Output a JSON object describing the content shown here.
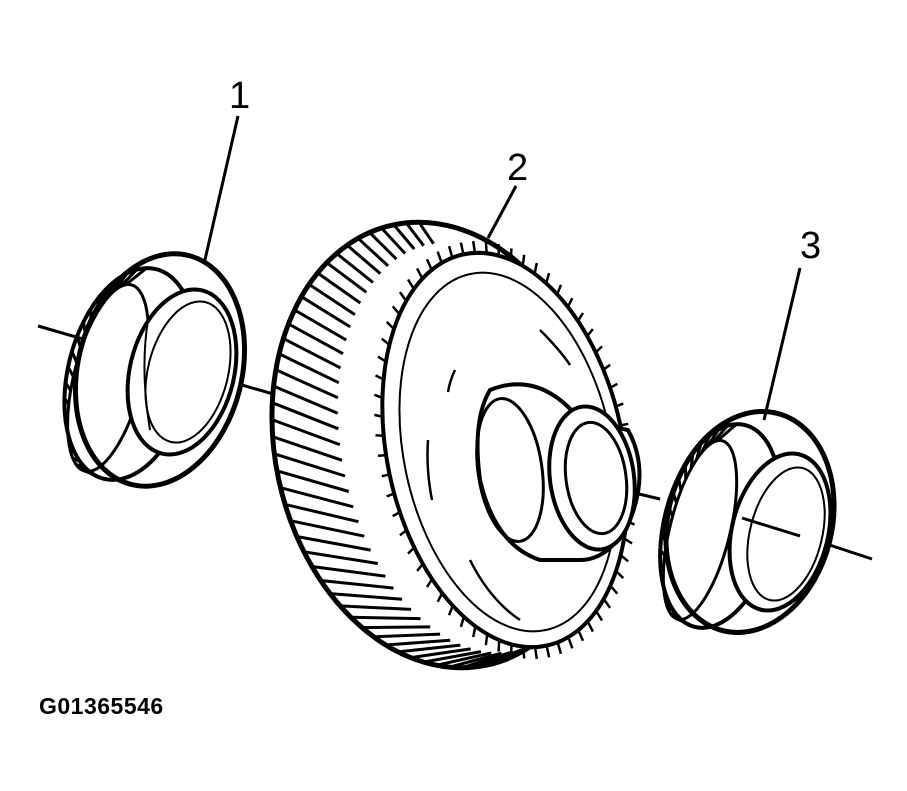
{
  "diagram": {
    "callouts": [
      {
        "label": "1",
        "part": "bearing-left"
      },
      {
        "label": "2",
        "part": "helical-gear"
      },
      {
        "label": "3",
        "part": "bearing-right"
      }
    ],
    "figure_id": "G01365546",
    "ink_color": "#000000",
    "background": "#ffffff"
  }
}
